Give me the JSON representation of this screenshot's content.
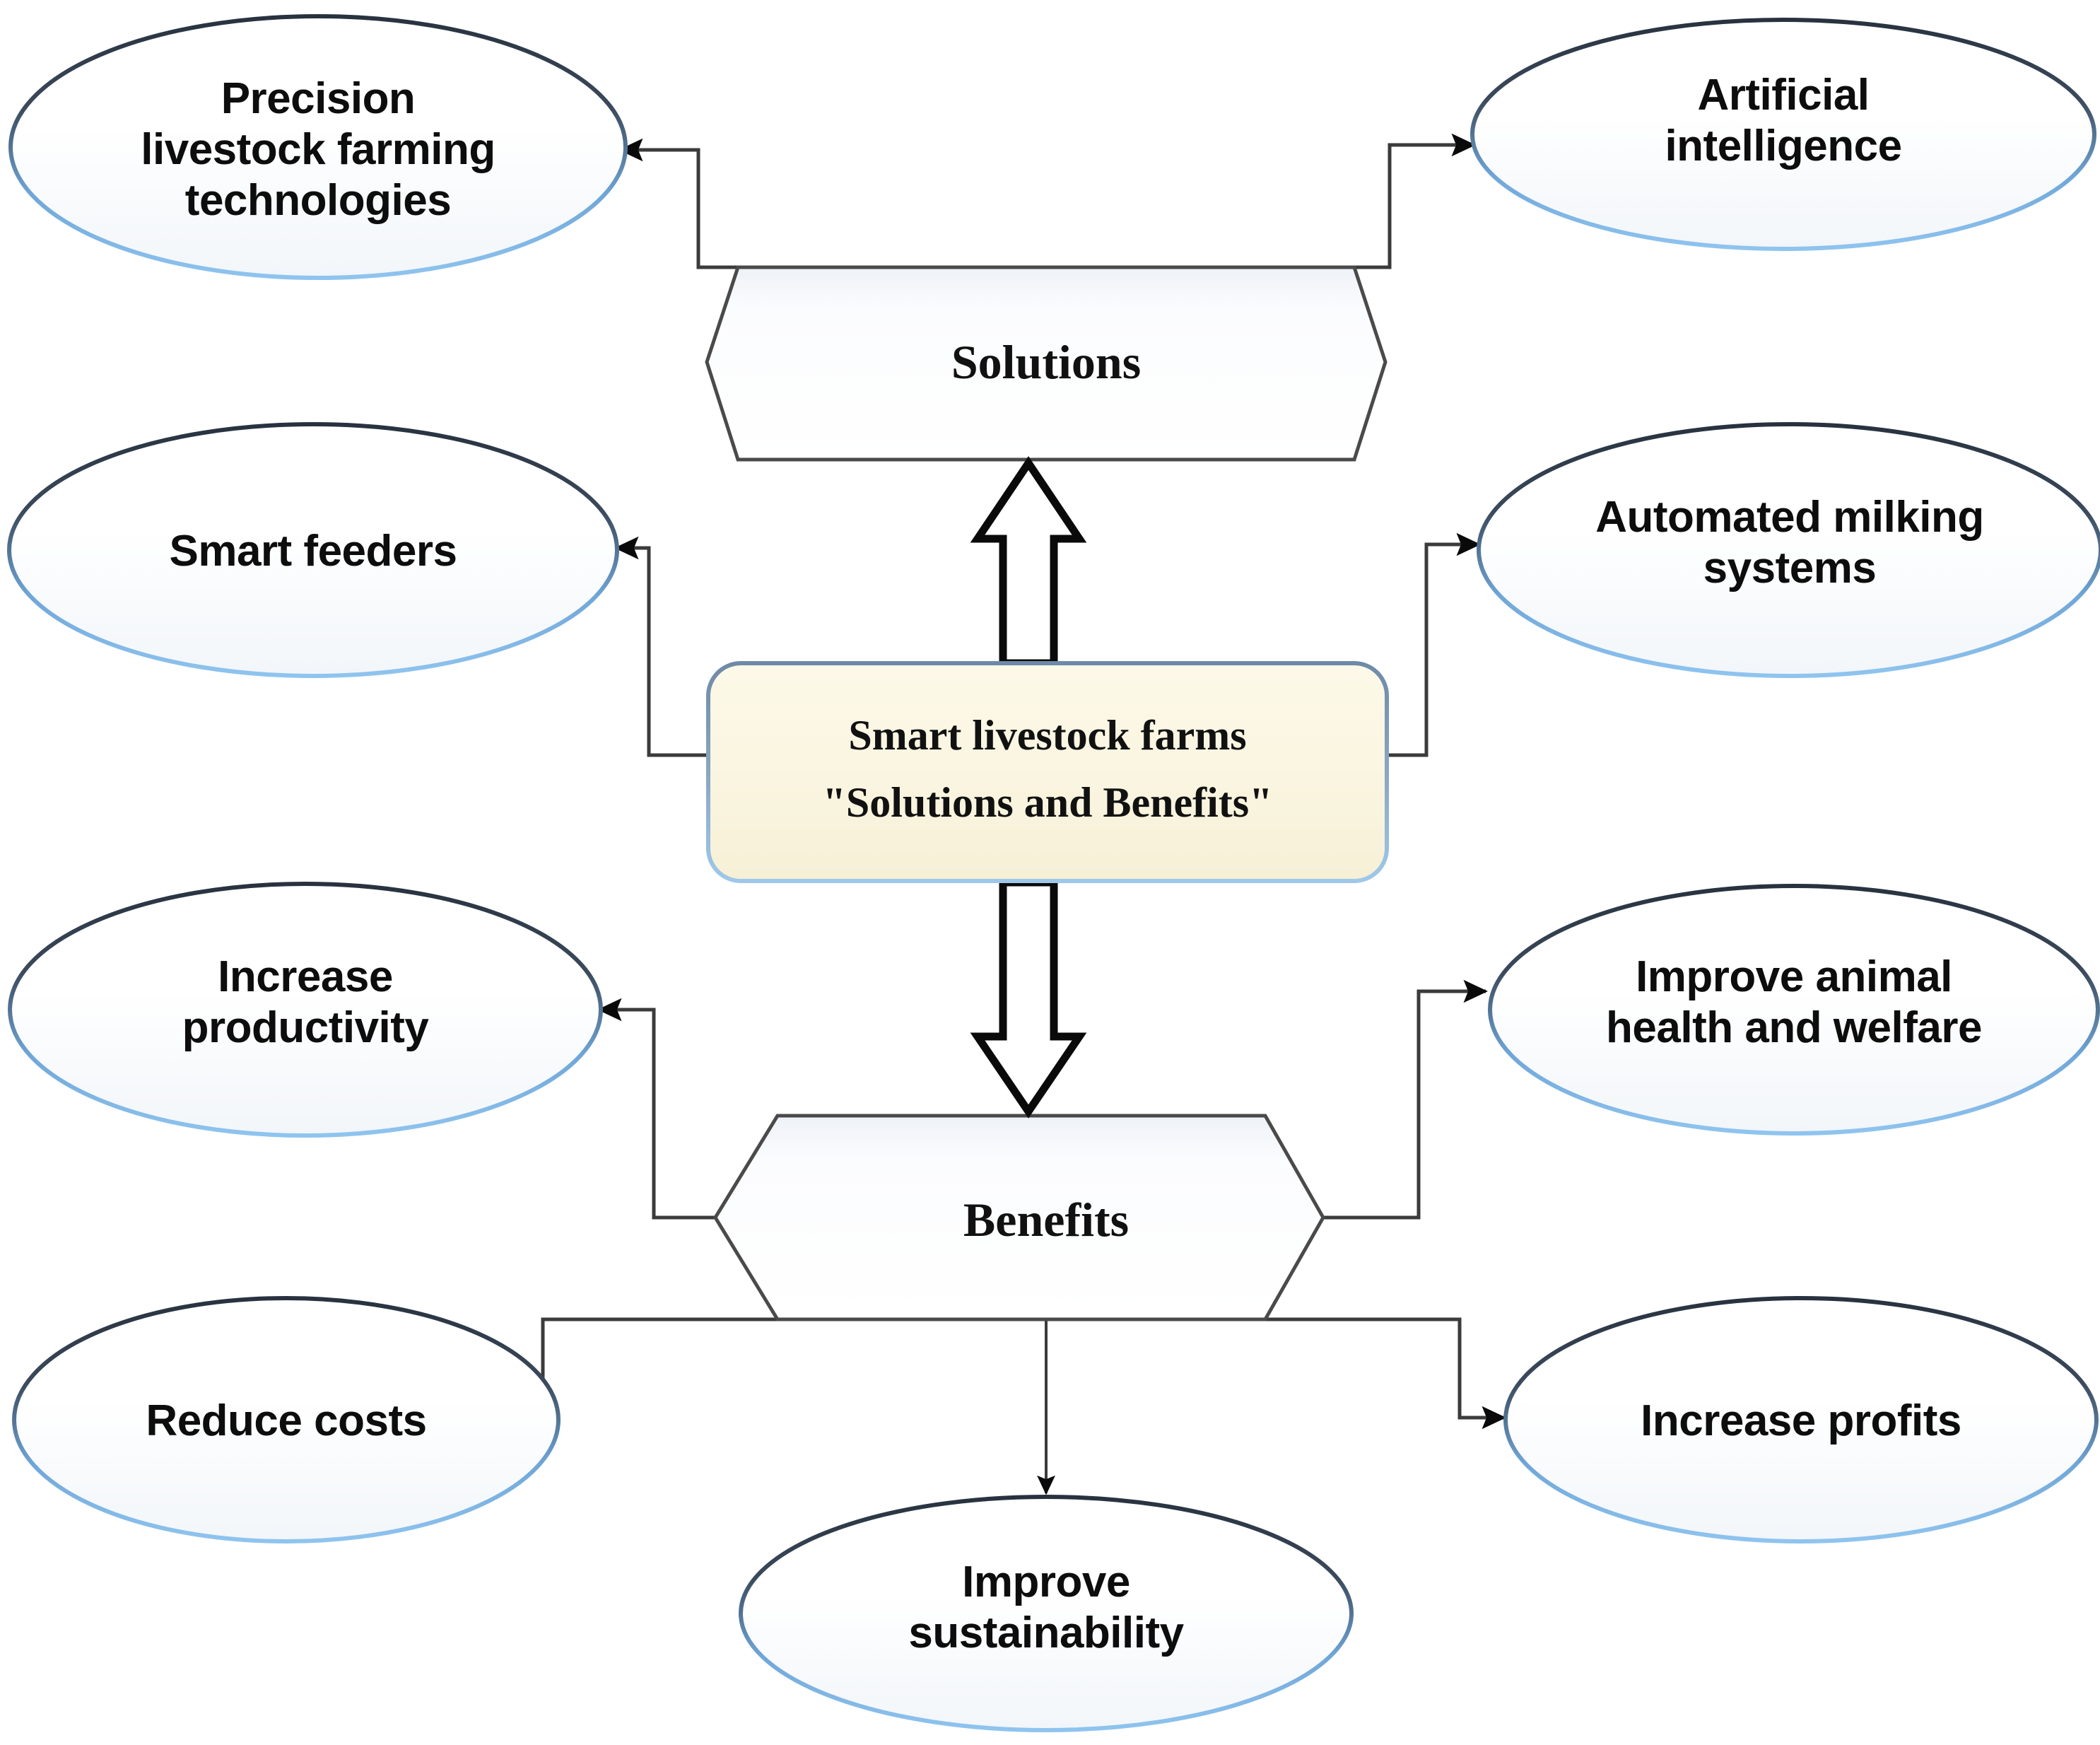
{
  "diagram": {
    "title": "Smart livestock farms \"Solutions and Benefits\"",
    "type": "concept-map",
    "palette": {
      "page_background": "#ffffff",
      "ellipse_fill_top": "#ffffff",
      "ellipse_fill_bottom": "#f4f7fa",
      "ellipse_stroke_top": "#2f3a4a",
      "ellipse_stroke_bottom": "#7fb2e0",
      "hexagon_fill": "#fcfdff",
      "hexagon_stroke": "#4a4a4a",
      "center_box_fill": "#faf5e0",
      "center_box_stroke": "#7a97b8",
      "connector_stroke": "#3b3b3b",
      "block_arrow_fill": "#ffffff",
      "block_arrow_stroke": "#0a0a0a",
      "text_color": "#0d0d0d"
    },
    "center": {
      "line1": "Smart livestock farms",
      "line2": "\"Solutions and Benefits\""
    },
    "branches": [
      {
        "key": "solutions",
        "label": "Solutions"
      },
      {
        "key": "benefits",
        "label": "Benefits"
      }
    ],
    "solutions_nodes": [
      {
        "id": "precision-livestock-farming-technologies",
        "lines": [
          "Precision",
          "livestock farming",
          "technologies"
        ],
        "side": "left"
      },
      {
        "id": "artificial-intelligence",
        "lines": [
          "Artificial",
          "intelligence"
        ],
        "side": "right"
      },
      {
        "id": "smart-feeders",
        "lines": [
          "Smart feeders"
        ],
        "side": "left"
      },
      {
        "id": "automated-milking-systems",
        "lines": [
          "Automated milking",
          "systems"
        ],
        "side": "right"
      }
    ],
    "benefits_nodes": [
      {
        "id": "increase-productivity",
        "lines": [
          "Increase",
          "productivity"
        ],
        "side": "left"
      },
      {
        "id": "improve-animal-health-and-welfare",
        "lines": [
          "Improve animal",
          "health and welfare"
        ],
        "side": "right"
      },
      {
        "id": "reduce-costs",
        "lines": [
          "Reduce costs"
        ],
        "side": "left"
      },
      {
        "id": "increase-profits",
        "lines": [
          "Increase profits"
        ],
        "side": "right"
      },
      {
        "id": "improve-sustainability",
        "lines": [
          "Improve",
          "sustainability"
        ],
        "side": "bottom"
      }
    ],
    "edges": [
      {
        "from": "solutions",
        "to": "precision-livestock-farming-technologies",
        "style": "elbow-arrow"
      },
      {
        "from": "solutions",
        "to": "artificial-intelligence",
        "style": "elbow-arrow"
      },
      {
        "from": "center",
        "to": "smart-feeders",
        "style": "elbow-arrow"
      },
      {
        "from": "center",
        "to": "automated-milking-systems",
        "style": "elbow-arrow"
      },
      {
        "from": "center",
        "to": "solutions",
        "style": "block-arrow-up"
      },
      {
        "from": "center",
        "to": "benefits",
        "style": "block-arrow-down"
      },
      {
        "from": "benefits",
        "to": "increase-productivity",
        "style": "elbow-arrow"
      },
      {
        "from": "benefits",
        "to": "improve-animal-health-and-welfare",
        "style": "elbow-arrow"
      },
      {
        "from": "benefits",
        "to": "reduce-costs",
        "style": "elbow-arrow"
      },
      {
        "from": "benefits",
        "to": "increase-profits",
        "style": "elbow-arrow"
      },
      {
        "from": "benefits",
        "to": "improve-sustainability",
        "style": "straight-arrow-down"
      }
    ]
  }
}
